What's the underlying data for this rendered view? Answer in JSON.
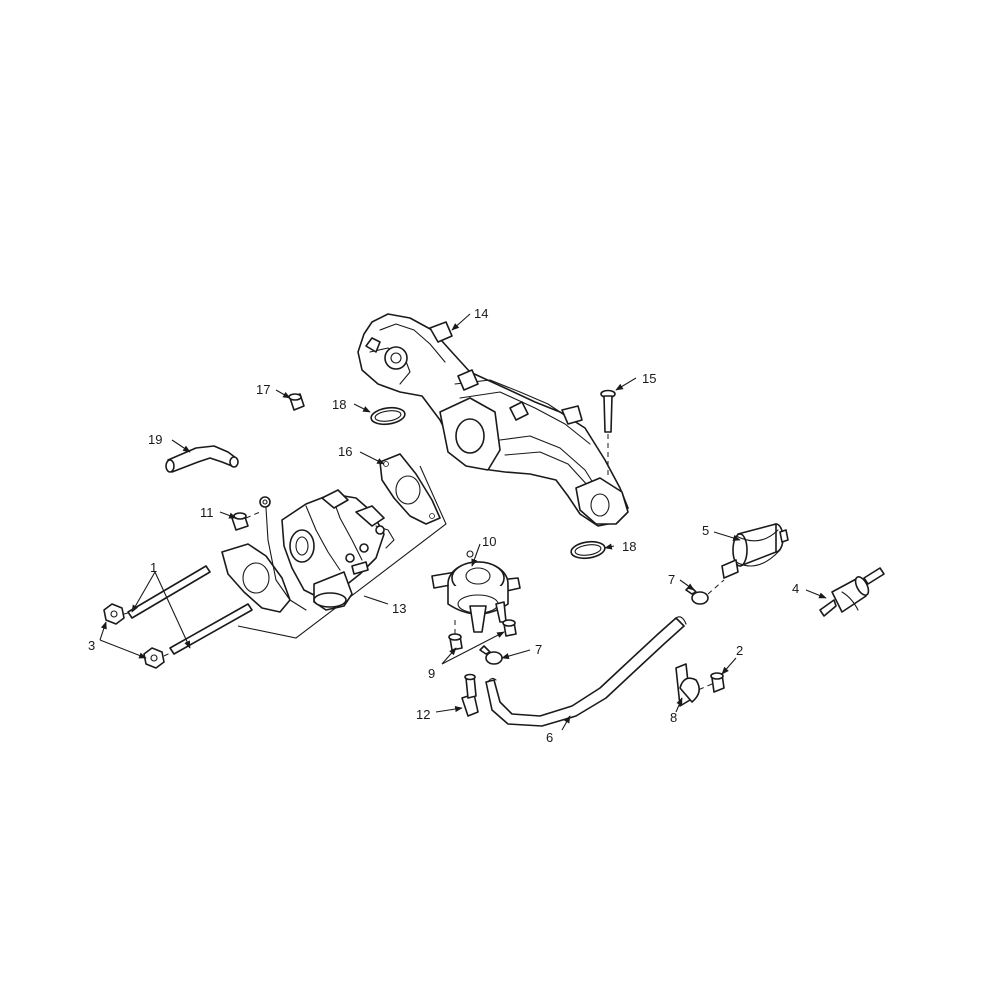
{
  "callouts": {
    "c1": "1",
    "c2": "2",
    "c3": "3",
    "c4": "4",
    "c5": "5",
    "c6": "6",
    "c7a": "7",
    "c7b": "7",
    "c8": "8",
    "c9": "9",
    "c10": "10",
    "c11": "11",
    "c12": "12",
    "c13": "13",
    "c14": "14",
    "c15": "15",
    "c16": "16",
    "c17": "17",
    "c18a": "18",
    "c18b": "18",
    "c19": "19"
  }
}
